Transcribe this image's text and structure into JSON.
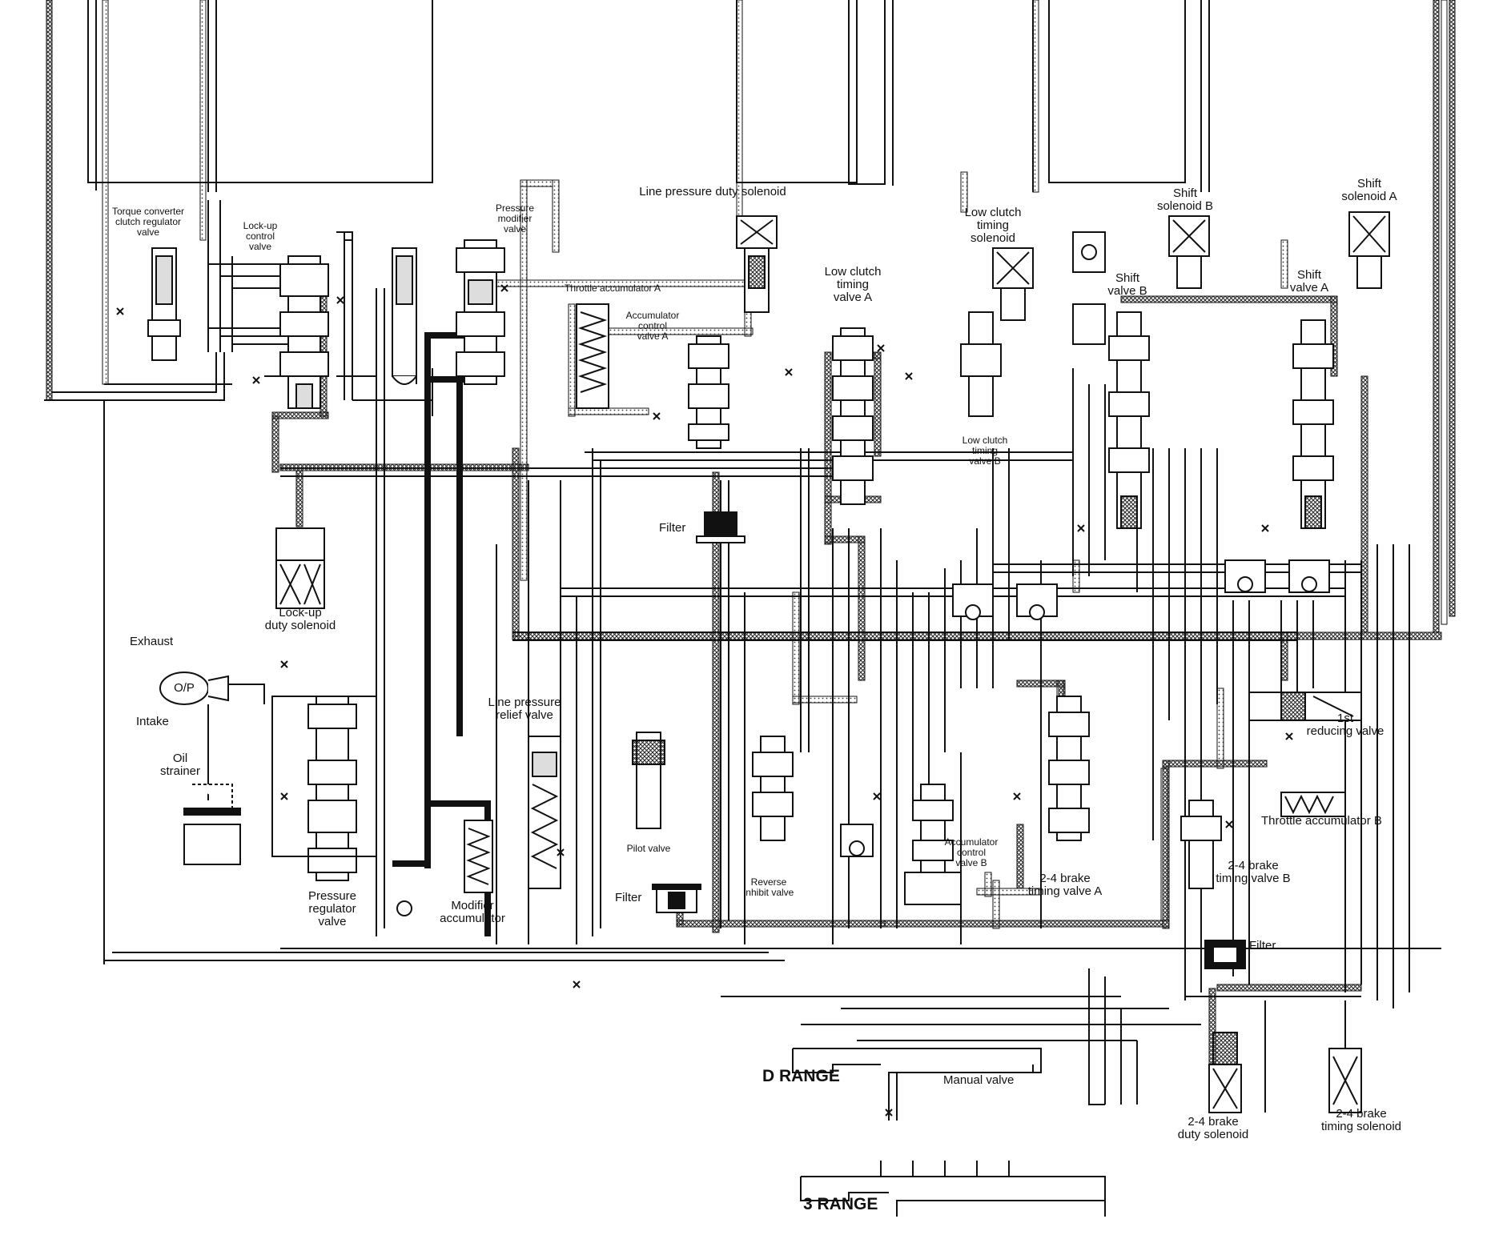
{
  "labels": {
    "tcc_regulator": "Torque converter\nclutch regulator\nvalve",
    "lockup_control": "Lock-up\ncontrol\nvalve",
    "pressure_modifier": "Pressure\nmodifier\nvalve",
    "line_pressure_duty_solenoid": "Line pressure duty solenoid",
    "throttle_accumulator_a": "Throttle accumulator A",
    "accumulator_control_a": "Accumulator\ncontrol\nvalve A",
    "low_clutch_timing_a": "Low clutch\ntiming\nvalve A",
    "low_clutch_timing_solenoid": "Low clutch\ntiming\nsolenoid",
    "low_clutch_timing_b": "Low clutch\ntiming\nvalve B",
    "shift_solenoid_b": "Shift\nsolenoid B",
    "shift_solenoid_a": "Shift\nsolenoid A",
    "shift_valve_b": "Shift\nvalve B",
    "shift_valve_a": "Shift\nvalve A",
    "filter_1": "Filter",
    "filter_2": "Filter",
    "filter_3": "Filter",
    "lockup_duty_solenoid": "Lock-up\nduty solenoid",
    "exhaust": "Exhaust",
    "op": "O/P",
    "intake": "Intake",
    "oil_strainer": "Oil\nstrainer",
    "line_pressure_relief": "Line pressure\nrelief valve",
    "pilot_valve": "Pilot valve",
    "pressure_regulator": "Pressure\nregulator\nvalve",
    "modifier_accumulator": "Modifier\naccumulator",
    "reverse_inhibit": "Reverse\ninhibit valve",
    "accumulator_control_b": "Accumulator\ncontrol\nvalve B",
    "brake_24_timing_a": "2-4 brake\ntiming valve A",
    "first_reducing": "1st\nreducing valve",
    "throttle_accumulator_b": "Throttle accumulator B",
    "brake_24_timing_b": "2-4 brake\ntiming valve B",
    "d_range": "D RANGE",
    "manual_valve": "Manual valve",
    "brake_24_duty_solenoid": "2-4 brake\nduty solenoid",
    "brake_24_timing_solenoid": "2-4 brake\ntiming solenoid",
    "three_range": "3 RANGE"
  }
}
